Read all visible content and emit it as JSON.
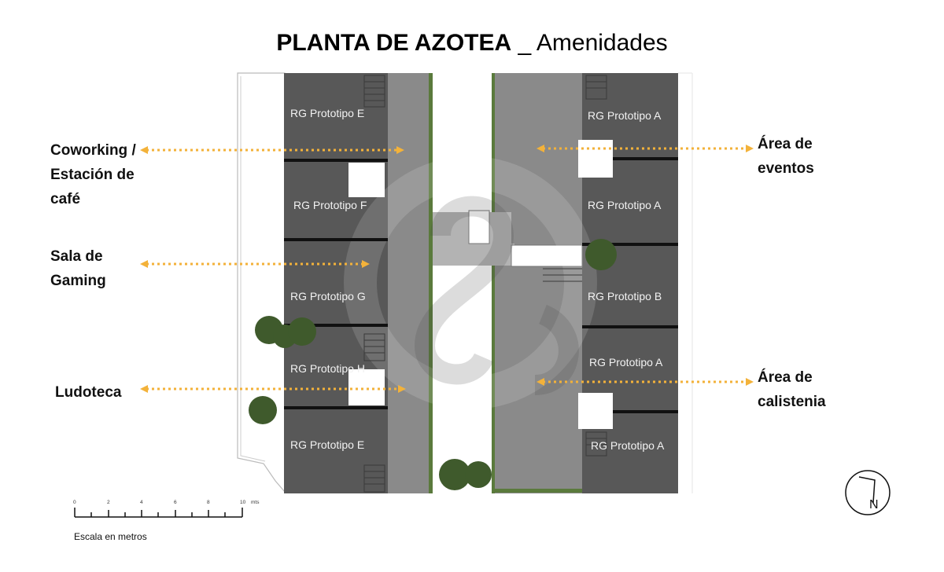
{
  "title": {
    "bold": "PLANTA DE AZOTEA",
    "separator": " _ ",
    "light": "Amenidades"
  },
  "callouts": {
    "coworking": [
      "Coworking /",
      "Estación de",
      "café"
    ],
    "gaming": [
      "Sala de",
      "Gaming"
    ],
    "ludoteca": [
      "Ludoteca"
    ],
    "eventos": [
      "Área de",
      "eventos"
    ],
    "calistenia": [
      "Área de",
      "calistenia"
    ]
  },
  "units": {
    "left": [
      "RG Prototipo E",
      "RG Prototipo F",
      "RG Prototipo G",
      "RG Prototipo H",
      "RG Prototipo E"
    ],
    "right": [
      "RG Prototipo A",
      "RG Prototipo A",
      "RG Prototipo B",
      "RG Prototipo A",
      "RG Prototipo A"
    ]
  },
  "scale": {
    "ticks": [
      "0",
      "2",
      "4",
      "6",
      "8",
      "10"
    ],
    "unit": "mts",
    "label": "Escala en metros"
  },
  "north": {
    "letter": "N"
  },
  "colors": {
    "arrow": "#f3b23a",
    "unit_dark": "#585858",
    "amenity": "#8a8a8a",
    "corridor_light": "#ffffff"
  }
}
